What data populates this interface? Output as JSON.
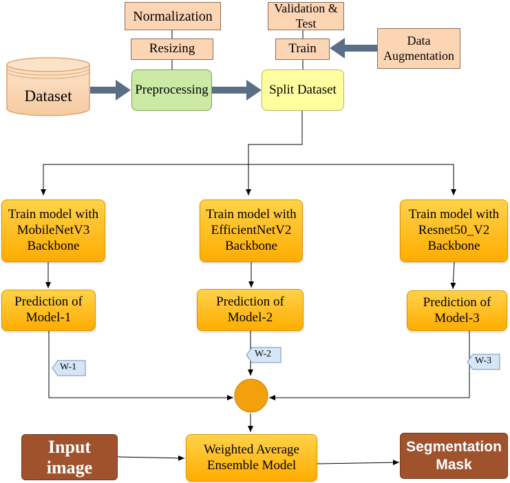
{
  "nodes": {
    "dataset": "Dataset",
    "normalization": "Normalization",
    "resizing": "Resizing",
    "preprocessing": "Preprocessing",
    "split": "Split Dataset",
    "validation_test": "Validation & Test",
    "train": "Train",
    "data_augmentation": "Data Augmentation",
    "train_model_1": "Train model with MobileNetV3 Backbone",
    "train_model_2": "Train model with EfficientNetV2 Backbone",
    "train_model_3": "Train model with Resnet50_V2 Backbone",
    "prediction_1": "Prediction of Model-1",
    "prediction_2": "Prediction of Model-2",
    "prediction_3": "Prediction of Model-3",
    "weight_1": "W-1",
    "weight_2": "W-2",
    "weight_3": "W-3",
    "input_image": "Input image",
    "ensemble": "Weighted Average Ensemble Model",
    "segmentation_mask": "Segmentation Mask"
  },
  "colors": {
    "peach": "#fcd5b5",
    "orange": "#ffad00",
    "green": "#cde9a6",
    "yellow": "#fffe9e",
    "brown": "#a0522d",
    "blue_arrow": "#5a6e86",
    "weight_tag": "#d6e6f7"
  }
}
